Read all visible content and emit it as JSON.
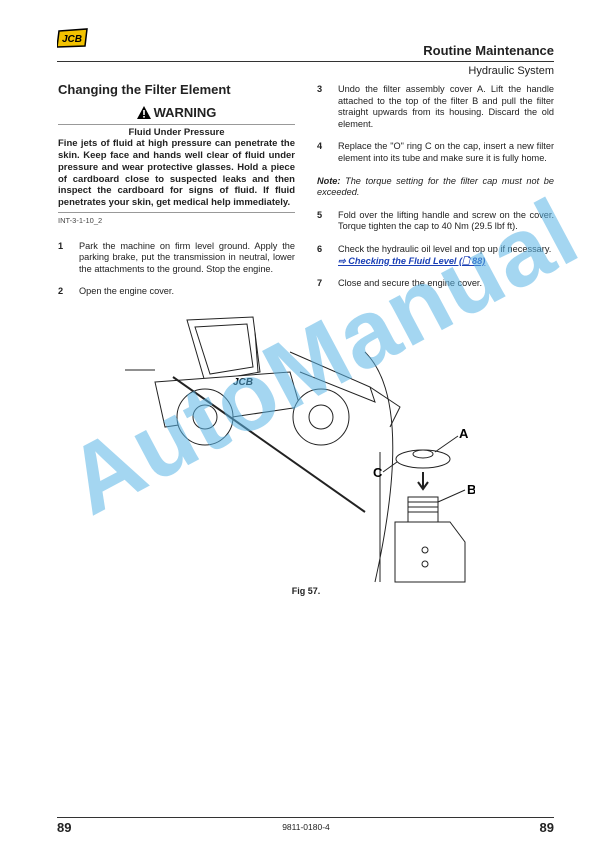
{
  "header": {
    "logo": "JCB",
    "title": "Routine Maintenance",
    "subtitle": "Hydraulic System"
  },
  "section": {
    "title": "Changing the Filter Element",
    "warning": {
      "label": "WARNING",
      "title": "Fluid Under Pressure",
      "body": "Fine jets of fluid at high pressure can penetrate the skin. Keep face and hands well clear of fluid under pressure and wear protective glasses. Hold a piece of cardboard close to suspected leaks and then inspect the cardboard for signs of fluid. If fluid penetrates your skin, get medical help immediately.",
      "code": "INT-3-1-10_2"
    },
    "steps": [
      {
        "n": "1",
        "text": "Park the machine on firm level ground. Apply the parking brake, put the transmission in neutral, lower the attachments to the ground. Stop the engine."
      },
      {
        "n": "2",
        "text": "Open the engine cover."
      },
      {
        "n": "3",
        "text": "Undo the filter assembly cover A. Lift the handle attached to the top of the filter B and pull the filter straight upwards from its housing. Discard the old element."
      },
      {
        "n": "4",
        "text": "Replace the \"O\" ring C on the cap, insert a new filter element into its tube and make sure it is fully home."
      },
      {
        "n": "5",
        "text": "Fold over the lifting handle and screw on the cover. Torque tighten the cap to 40 Nm (29.5 lbf ft)."
      },
      {
        "n": "6",
        "text": "Check the hydraulic oil level and top up if necessary.",
        "link": "⇨ Checking the Fluid Level (🗋 88)"
      },
      {
        "n": "7",
        "text": "Close and secure the engine cover."
      }
    ],
    "note_label": "Note:",
    "note_text": " The torque setting for the filter cap must not be exceeded."
  },
  "figure": {
    "caption": "Fig 57.",
    "labels": {
      "a": "A",
      "b": "B",
      "c": "C"
    },
    "machine_logo": "JCB"
  },
  "watermark": "AutoManual",
  "footer": {
    "page_left": "89",
    "doc_number": "9811-0180-4",
    "page_right": "89"
  }
}
